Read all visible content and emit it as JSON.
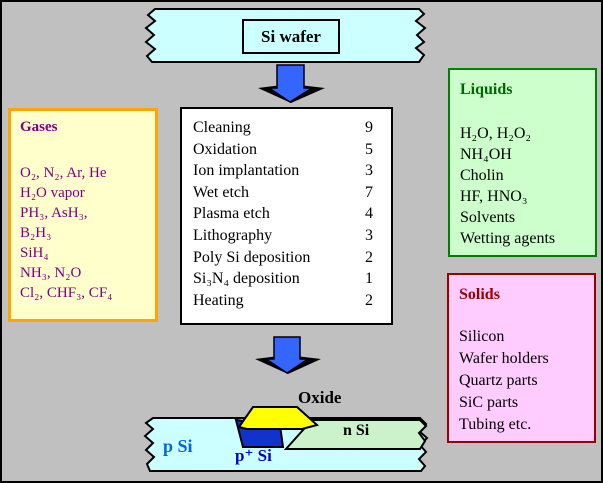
{
  "banner": {
    "label": "Si wafer"
  },
  "process_box": {
    "rows": [
      {
        "name": "Cleaning",
        "count": "9"
      },
      {
        "name": "Oxidation",
        "count": "5"
      },
      {
        "name": "Ion implantation",
        "count": "3"
      },
      {
        "name": "Wet etch",
        "count": "7"
      },
      {
        "name": "Plasma etch",
        "count": "4"
      },
      {
        "name": "Lithography",
        "count": "3"
      },
      {
        "name": "Poly Si deposition",
        "count": "2"
      },
      {
        "name": "Si₃N₄ deposition",
        "count": "1"
      },
      {
        "name": "Heating",
        "count": "2"
      }
    ]
  },
  "gases": {
    "title": "Gases",
    "lines": [
      "O₂, N₂, Ar, He",
      "H₂O vapor",
      "PH₃, AsH₃,",
      "B₂H₃",
      "SiH₄",
      "NH₃, N₂O",
      "Cl₂, CHF₃, CF₄"
    ]
  },
  "liquids": {
    "title": "Liquids",
    "lines": [
      "H₂O, H₂O₂",
      "NH₄OH",
      "Cholin",
      "HF, HNO₃",
      "Solvents",
      "Wetting agents"
    ]
  },
  "solids": {
    "title": "Solids",
    "lines": [
      "Silicon",
      "Wafer holders",
      "Quartz parts",
      "SiC parts",
      "Tubing etc."
    ]
  },
  "wafer_diagram": {
    "oxide_label": "Oxide",
    "n_si_label": "n Si",
    "p_si_label": "p Si",
    "p_plus_si_label": "p⁺ Si"
  },
  "colors": {
    "background": "#C0C0C0",
    "wafer_cyan": "#CCFFFF",
    "arrow_blue": "#3366FF",
    "gases_bg": "#FFFFCC",
    "gases_border": "#FFA500",
    "gases_text": "#800080",
    "liquids_bg": "#CCFFCC",
    "liquids_border": "#008000",
    "liquids_title": "#006600",
    "solids_bg": "#FFCCFF",
    "solids_border": "#990000",
    "oxide_yellow": "#FFFF00",
    "p_plus_region_blue": "#1133CC",
    "n_si_green": "#CCF2CC",
    "p_si_text": "#0066DD",
    "p_plus_text": "#0000CC"
  }
}
